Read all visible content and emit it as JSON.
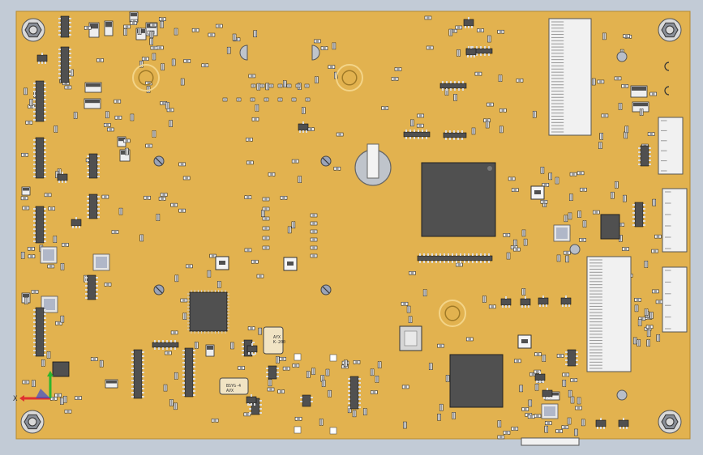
{
  "view": {
    "board_color": "#e2b24f",
    "board_edge_color": "#b78a2f",
    "background_color": "#c2cbd6",
    "chip_color": "#505050",
    "chip_edge_color": "#1f1f1f",
    "connector_color": "#f1f1f1",
    "hole_color": "#8a8f98"
  },
  "axis_triad": {
    "x_label": "X",
    "x_color": "#e03030",
    "y_color": "#2db52d",
    "z_color": "#2d47d8"
  },
  "markings": {
    "component_a_text": "AYX\nK-200",
    "component_b_text": "BSYG-4\nAVX"
  },
  "icons": [
    "mounting-hole-icon",
    "chip-icon",
    "connector-icon",
    "battery-holder-icon",
    "crystal-icon"
  ]
}
